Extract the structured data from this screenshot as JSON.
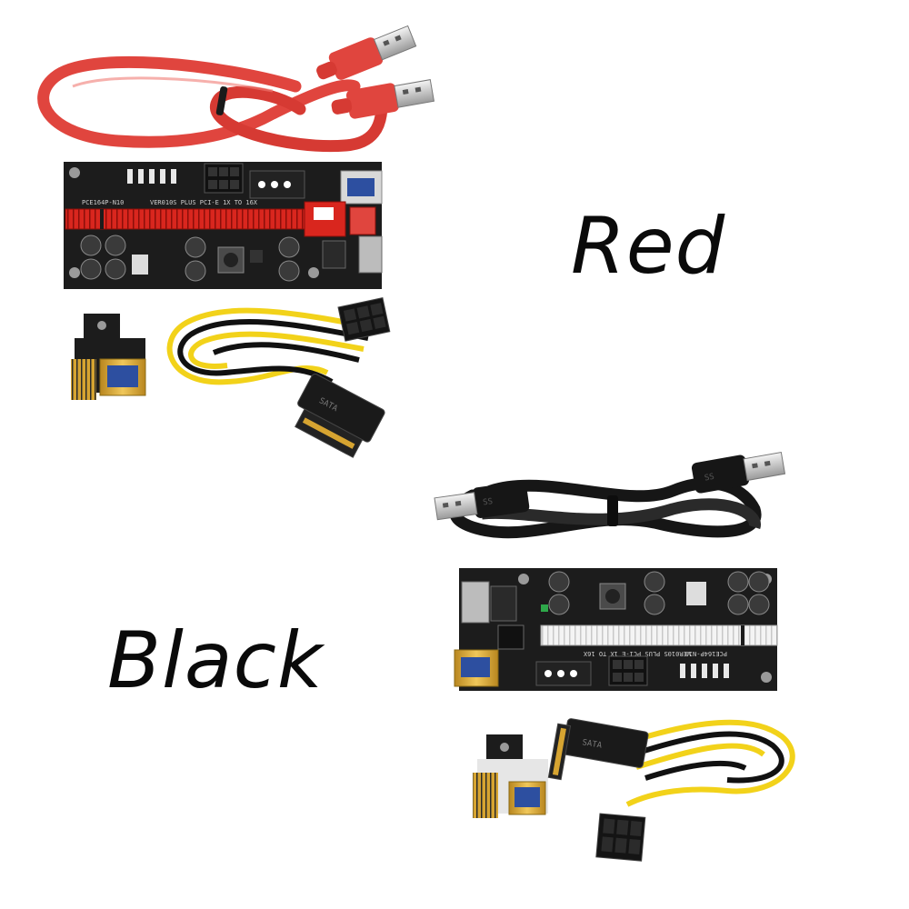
{
  "variants": {
    "red": {
      "label": "Red",
      "board_silk": "PCE164P-N10",
      "board_model": "VER010S PLUS PCI-E 1X TO 16X"
    },
    "black": {
      "label": "Black",
      "board_silk": "PCE164P-N10",
      "board_model": "VER010S PLUS PCI-E 1X TO 16X"
    }
  },
  "colors": {
    "background": "#ffffff",
    "red_cable": "#e0453e",
    "black_cable": "#161616",
    "pcb": "#1c1c1c",
    "slot_red": "#d9261e",
    "slot_white": "#f2f2f2",
    "gold": "#d6a431",
    "wire_yellow": "#f2d21a",
    "wire_black": "#111111"
  }
}
